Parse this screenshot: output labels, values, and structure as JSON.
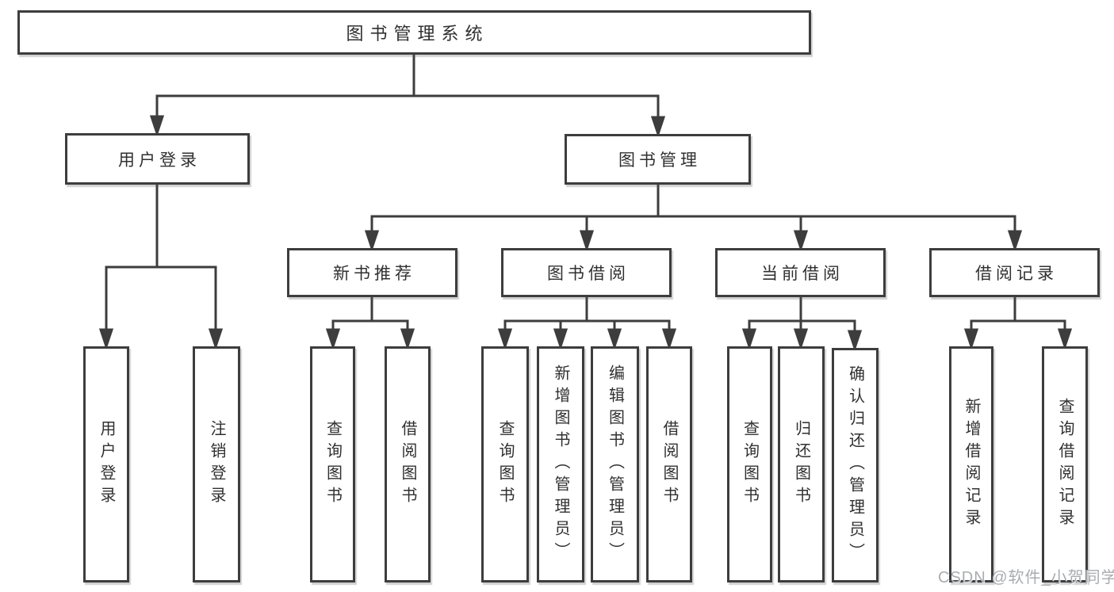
{
  "diagram": {
    "type": "tree",
    "root": {
      "label": "图书管理系统"
    },
    "branches": [
      {
        "label": "用户登录",
        "children": [
          {
            "label": "用户登录"
          },
          {
            "label": "注销登录"
          }
        ]
      },
      {
        "label": "图书管理",
        "children": [
          {
            "label": "新书推荐",
            "children": [
              {
                "label": "查询图书"
              },
              {
                "label": "借阅图书"
              }
            ]
          },
          {
            "label": "图书借阅",
            "children": [
              {
                "label": "查询图书"
              },
              {
                "label": "新增图书（管理员）"
              },
              {
                "label": "编辑图书（管理员）"
              },
              {
                "label": "借阅图书"
              }
            ]
          },
          {
            "label": "当前借阅",
            "children": [
              {
                "label": "查询图书"
              },
              {
                "label": "归还图书"
              },
              {
                "label": "确认归还（管理员）"
              }
            ]
          },
          {
            "label": "借阅记录",
            "children": [
              {
                "label": "新增借阅记录"
              },
              {
                "label": "查询借阅记录"
              }
            ]
          }
        ]
      }
    ]
  },
  "watermark": {
    "text": "CSDN @软件_小贺同学",
    "color": "#a9acb0"
  },
  "colors": {
    "line": "#3d3d3d",
    "box_border": "#3d3d3d",
    "text": "#303030",
    "background": "#ffffff"
  }
}
